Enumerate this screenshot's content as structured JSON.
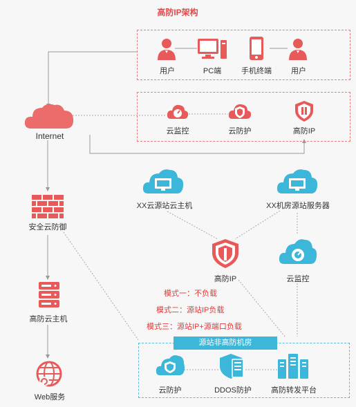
{
  "title": "高防IP架构",
  "users": {
    "user1": "用户",
    "pc": "PC端",
    "mobile": "手机终端",
    "user2": "用户"
  },
  "services": {
    "cloud_monitor": "云监控",
    "cloud_protect": "云防护",
    "high_ip": "高防IP"
  },
  "left_chain": {
    "internet": "Internet",
    "firewall": "安全云防御",
    "host": "高防云主机",
    "web": "Web服务"
  },
  "middle": {
    "xx_cloud": "XX云源站云主机",
    "xx_room": "XX机房源站服务器",
    "high_ip": "高防IP",
    "cloud_monitor": "云监控"
  },
  "modes": [
    "模式一：不负载",
    "模式二：源站IP负载",
    "模式三：源站IP+源端口负载"
  ],
  "bottom": {
    "bar": "源站非高防机房",
    "cloud_protect": "云防护",
    "ddos": "DDOS防护",
    "forward": "高防转发平台"
  },
  "colors": {
    "red": "#e04a4a",
    "blue": "#3db7d9",
    "gray": "#8a8a8a"
  }
}
